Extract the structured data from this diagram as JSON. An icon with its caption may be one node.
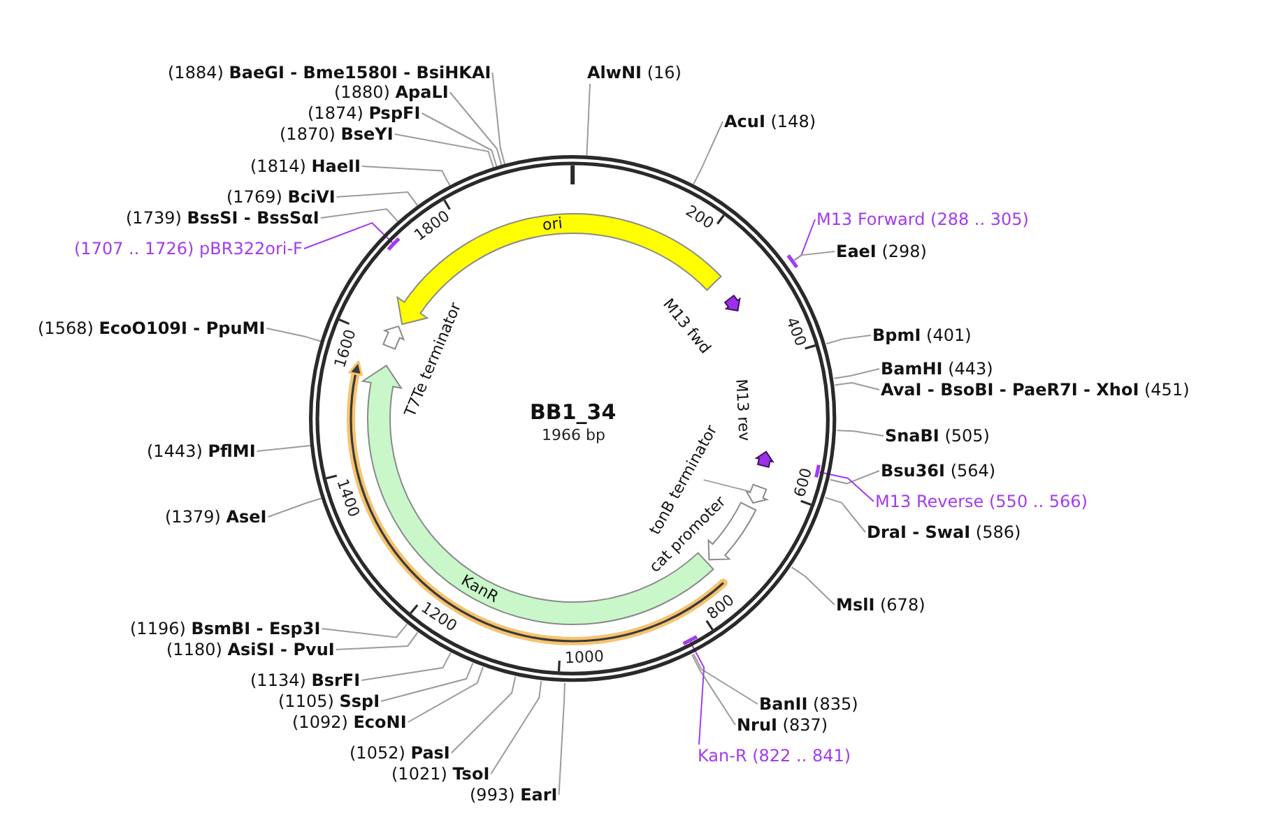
{
  "diagram": {
    "title": "BB1_34",
    "nodes": [
      {
        "text": [],
        "shape": "circle"
      },
      {
        "text": [
          "ori"
        ],
        "in": 0
      },
      {
        "text": [
          "M13 fwd"
        ],
        "in": 0
      },
      {
        "text": [
          "M13 rev"
        ],
        "in": 0
      },
      {
        "text": [
          "tonB terminator"
        ],
        "in": 0
      },
      {
        "text": [
          "cat promoter"
        ],
        "in": 0
      },
      {
        "text": [
          "KanR"
        ],
        "in": 0
      },
      {
        "text": [
          "T7Te terminator"
        ],
        "in": 0
      },
      {
        "text": [],
        "shape": "bar",
        "in": 0
      },
      {
        "text": [],
        "shape": "bar",
        "in": 0
      },
      {
        "text": [],
        "shape": "bar"
      },
      {
        "text": [],
        "shape": "bar",
        "in": 0
      },
      {
        "text": [
          "**AlwNI** (16)"
        ]
      },
      {
        "text": [
          "**AcuI** (148)"
        ]
      },
      {
        "text": [
          "M13 Forward (288 .. 305)"
        ]
      },
      {
        "text": [
          "**EaeI** (298)"
        ]
      },
      {
        "text": [
          "**BpmI** (401)"
        ]
      },
      {
        "text": [
          "**BamHI** (443)"
        ]
      },
      {
        "text": [
          "**AvaI - BsoBI - PaeR7I - XhoI** (451)"
        ]
      },
      {
        "text": [
          "**SnaBI** (505)"
        ]
      },
      {
        "text": [
          "**Bsu36I** (564)"
        ]
      },
      {
        "text": [
          "M13 Reverse (550 .. 566)"
        ]
      },
      {
        "text": [
          "**DraI - SwaI** (586)"
        ]
      },
      {
        "text": [
          "**MslI** (678)"
        ]
      },
      {
        "text": [
          "**BanII** (835)"
        ]
      },
      {
        "text": [
          "**NruI** (837)"
        ]
      },
      {
        "text": [
          "Kan-R (822 .. 841)"
        ]
      },
      {
        "text": [
          "(993) **EarI**"
        ]
      },
      {
        "text": [
          "(1021) **TsoI**"
        ]
      },
      {
        "text": [
          "(1052) **PasI**"
        ]
      },
      {
        "text": [
          "(1092) **EcoNI**"
        ]
      },
      {
        "text": [
          "(1105) **SspI**"
        ]
      },
      {
        "text": [
          "(1134) **BsrFI**"
        ]
      },
      {
        "text": [
          "(1180) **AsiSI - PvuI**"
        ]
      },
      {
        "text": [
          "(1196) **BsmBI - Esp3I**"
        ]
      },
      {
        "text": [
          "(1379) **AseI**"
        ]
      },
      {
        "text": [
          "(1443) **PflMI**"
        ]
      },
      {
        "text": [
          "(1568) **EcoO109I - PpuMI**"
        ]
      },
      {
        "text": [
          "(1707 .. 1726) pBR322ori-F"
        ]
      },
      {
        "text": [
          "(1739) **BssSI - BssSαI**"
        ]
      },
      {
        "text": [
          "(1769) **BciVI**"
        ]
      },
      {
        "text": [
          "(1814) **HaeII**"
        ]
      },
      {
        "text": [
          "(1870) **BseYI**"
        ]
      },
      {
        "text": [
          "(1874) **PspFI**"
        ]
      },
      {
        "text": [
          "(1880) **ApaLI**"
        ]
      },
      {
        "text": [
          "(1884) **BaeGI - Bme1580I - BsiHKAI**"
        ]
      }
    ],
    "edges": [
      {
        "from": 12,
        "to": 0,
        "arrow": "none"
      },
      {
        "from": 13,
        "to": 0,
        "arrow": "none"
      },
      {
        "from": 14,
        "to": 10,
        "arrow": "none",
        "color": "#a13cf0"
      },
      {
        "from": 15,
        "to": 10,
        "arrow": "none"
      },
      {
        "from": 16,
        "to": 0,
        "arrow": "none"
      },
      {
        "from": 17,
        "to": 0,
        "arrow": "none"
      },
      {
        "from": 18,
        "to": 0,
        "arrow": "none"
      },
      {
        "from": 19,
        "to": 0,
        "arrow": "none"
      },
      {
        "from": 20,
        "to": 0,
        "arrow": "none"
      },
      {
        "from": 21,
        "to": 11,
        "arrow": "none",
        "color": "#a13cf0"
      },
      {
        "from": 22,
        "to": 0,
        "arrow": "none"
      },
      {
        "from": 23,
        "to": 0,
        "arrow": "none"
      },
      {
        "from": 24,
        "to": 0,
        "arrow": "none"
      },
      {
        "from": 25,
        "to": 0,
        "arrow": "none"
      },
      {
        "from": 26,
        "to": 9,
        "arrow": "none",
        "color": "#a13cf0"
      },
      {
        "from": 27,
        "to": 0,
        "arrow": "none"
      },
      {
        "from": 28,
        "to": 0,
        "arrow": "none"
      },
      {
        "from": 29,
        "to": 0,
        "arrow": "none"
      },
      {
        "from": 30,
        "to": 0,
        "arrow": "none"
      },
      {
        "from": 31,
        "to": 0,
        "arrow": "none"
      },
      {
        "from": 32,
        "to": 0,
        "arrow": "none"
      },
      {
        "from": 33,
        "to": 0,
        "arrow": "none"
      },
      {
        "from": 34,
        "to": 0,
        "arrow": "none"
      },
      {
        "from": 35,
        "to": 0,
        "arrow": "none"
      },
      {
        "from": 36,
        "to": 0,
        "arrow": "none"
      },
      {
        "from": 37,
        "to": 0,
        "arrow": "none"
      },
      {
        "from": 38,
        "to": 8,
        "arrow": "none",
        "color": "#a13cf0"
      },
      {
        "from": 39,
        "to": 0,
        "arrow": "none"
      },
      {
        "from": 40,
        "to": 0,
        "arrow": "none"
      },
      {
        "from": 41,
        "to": 0,
        "arrow": "none"
      },
      {
        "from": 42,
        "to": 0,
        "arrow": "none"
      },
      {
        "from": 43,
        "to": 0,
        "arrow": "none"
      },
      {
        "from": 44,
        "to": 0,
        "arrow": "none"
      },
      {
        "from": 45,
        "to": 0,
        "arrow": "none"
      }
    ],
    "labels": [
      "1966 bp",
      "200",
      "400",
      "600",
      "800",
      "1000",
      "1200",
      "1400",
      "1600",
      "1800"
    ]
  }
}
